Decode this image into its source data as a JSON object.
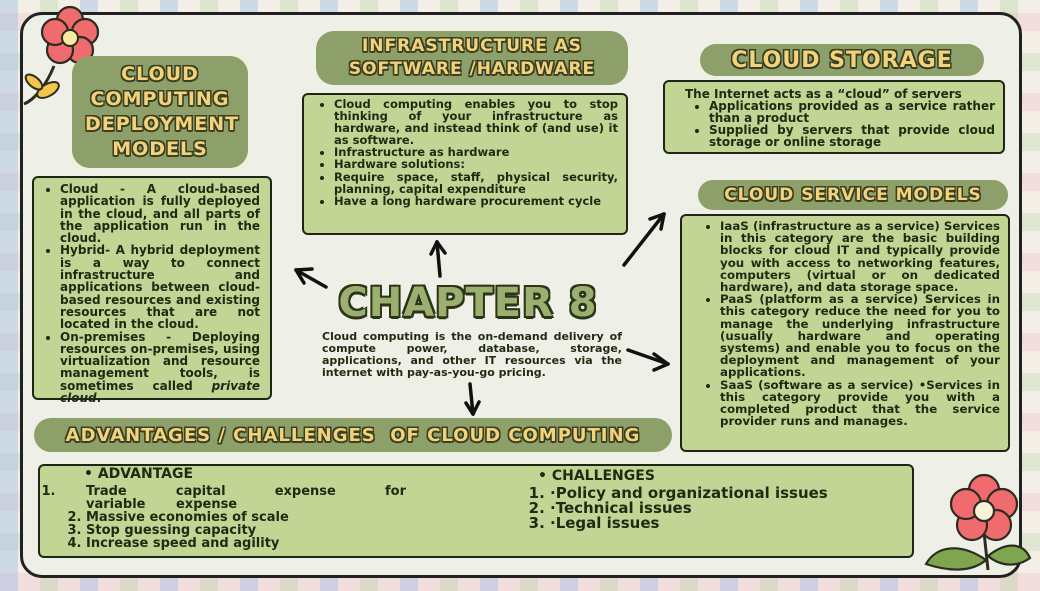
{
  "deployment": {
    "title": "CLOUD COMPUTING DEPLOYMENT MODELS",
    "items": [
      {
        "text": "Cloud - A cloud-based application is fully deployed in the cloud, and all parts of the application run in the cloud."
      },
      {
        "text": "Hybrid- A hybrid deployment is a way to connect infrastructure and applications between cloud-based resources and existing resources that are not located in the cloud."
      },
      {
        "text": "On-premises - Deploying resources on-premises, using virtualization and resource management tools, is sometimes called ",
        "emph": "private cloud",
        "after": "."
      }
    ]
  },
  "infrastructure": {
    "title_line1": "INFRASTRUCTURE AS",
    "title_line2": "SOFTWARE /HARDWARE",
    "items": [
      "Cloud computing enables you to stop thinking of your infrastructure as hardware, and instead think of (and use) it as software.",
      "Infrastructure as hardware",
      "Hardware solutions:",
      "Require space, staff, physical security, planning, capital expenditure",
      "Have a long hardware procurement cycle"
    ]
  },
  "storage": {
    "title": "CLOUD STORAGE",
    "lead": "The Internet acts as a “cloud” of servers",
    "items": [
      "Applications provided as a service rather than a product",
      "Supplied by servers that provide cloud storage or online storage"
    ]
  },
  "service_models": {
    "title": "CLOUD SERVICE MODELS",
    "items": [
      "IaaS (infrastructure as a service) Services in this category are the basic building blocks for cloud IT and typically provide you with access to networking features, computers (virtual or on dedicated hardware), and data storage space.",
      "PaaS (platform as a service) Services in this category reduce the need for you to manage the underlying infrastructure (usually hardware and operating systems) and enable you to focus on the deployment and management of your applications.",
      "SaaS (software as a service) •Services in this category provide you with a completed product that the service provider runs and manages."
    ]
  },
  "chapter": {
    "title": "CHAPTER 8",
    "description": "Cloud computing is the on-demand delivery of compute power, database, storage, applications, and other IT resources via the internet with pay-as-you-go pricing."
  },
  "advantages": {
    "title": "ADVANTAGES / CHALLENGES  OF CLOUD COMPUTING",
    "advantage_heading": "ADVANTAGE",
    "advantage_items": [
      "Trade capital expense for variable expense",
      "Massive economies of scale",
      "Stop guessing capacity",
      "Increase speed and agility"
    ],
    "challenges_heading": "CHALLENGES",
    "challenges_items": [
      "·Policy and organizational issues",
      "·Technical issues",
      "·Legal issues"
    ]
  },
  "colors": {
    "pill": "#8da06a",
    "box": "#c2d595",
    "title_text": "#f2d27a",
    "flower": "#ef6b6e"
  }
}
